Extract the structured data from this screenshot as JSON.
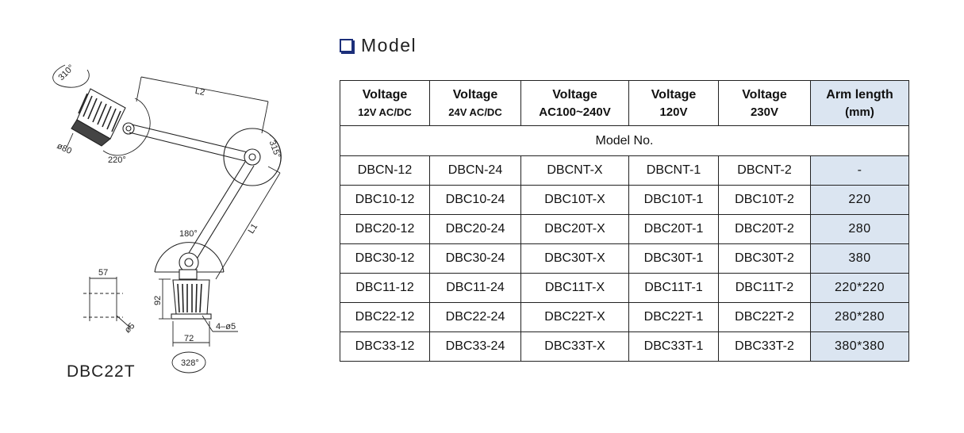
{
  "drawing": {
    "caption": "DBC22T",
    "dims": {
      "rot_head": "310°",
      "l2": "L2",
      "l1": "L1",
      "rot_joint": "315°",
      "head_dia": "ø80",
      "head_angle": "220°",
      "base_angle": "180°",
      "width57": "57",
      "hole": "ø5",
      "height92": "92",
      "mount_holes": "4–ø5",
      "width72": "72",
      "base_rot": "328°"
    }
  },
  "section": {
    "title": "Model"
  },
  "table": {
    "headers": [
      {
        "line1": "Voltage",
        "line2": "12V AC/DC"
      },
      {
        "line1": "Voltage",
        "line2": "24V AC/DC"
      },
      {
        "line1": "Voltage",
        "line2": "AC100~240V"
      },
      {
        "line1": "Voltage",
        "line2": "120V"
      },
      {
        "line1": "Voltage",
        "line2": "230V"
      },
      {
        "line1": "Arm length",
        "line2": "(mm)"
      }
    ],
    "subheader": "Model No.",
    "rows": [
      [
        "DBCN-12",
        "DBCN-24",
        "DBCNT-X",
        "DBCNT-1",
        "DBCNT-2",
        "-"
      ],
      [
        "DBC10-12",
        "DBC10-24",
        "DBC10T-X",
        "DBC10T-1",
        "DBC10T-2",
        "220"
      ],
      [
        "DBC20-12",
        "DBC20-24",
        "DBC20T-X",
        "DBC20T-1",
        "DBC20T-2",
        "280"
      ],
      [
        "DBC30-12",
        "DBC30-24",
        "DBC30T-X",
        "DBC30T-1",
        "DBC30T-2",
        "380"
      ],
      [
        "DBC11-12",
        "DBC11-24",
        "DBC11T-X",
        "DBC11T-1",
        "DBC11T-2",
        "220*220"
      ],
      [
        "DBC22-12",
        "DBC22-24",
        "DBC22T-X",
        "DBC22T-1",
        "DBC22T-2",
        "280*280"
      ],
      [
        "DBC33-12",
        "DBC33-24",
        "DBC33T-X",
        "DBC33T-1",
        "DBC33T-2",
        "380*380"
      ]
    ],
    "arm_column_color": "#dbe5f1",
    "border_color": "#222222"
  },
  "colors": {
    "icon": "#1c2f7a",
    "line": "#222222"
  }
}
